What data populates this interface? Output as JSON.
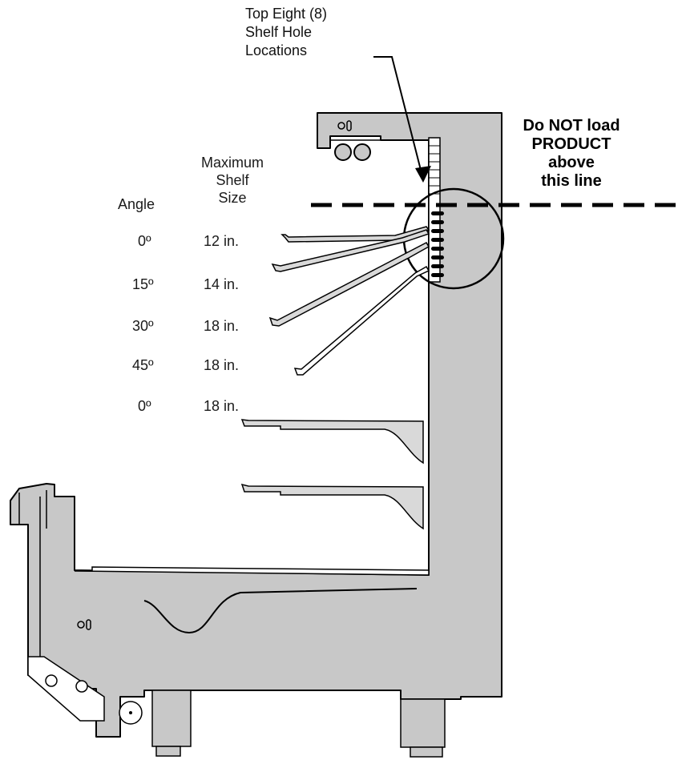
{
  "callout": {
    "line1": "Top Eight (8)",
    "line2": "Shelf Hole",
    "line3": "Locations"
  },
  "warning": {
    "line1": "Do NOT load",
    "line2": "PRODUCT",
    "line3": "above",
    "line4": "this line"
  },
  "table": {
    "angle_header": "Angle",
    "size_header_line1": "Maximum",
    "size_header_line2": "Shelf",
    "size_header_line3": "Size",
    "rows": [
      {
        "angle": "0º",
        "size": "12 in."
      },
      {
        "angle": "15º",
        "size": "14 in."
      },
      {
        "angle": "30º",
        "size": "18 in."
      },
      {
        "angle": "45º",
        "size": "18 in."
      },
      {
        "angle": "0º",
        "size": "18 in."
      }
    ]
  },
  "colors": {
    "case_fill": "#c8c8c8",
    "shelf_fill": "#d9d9d9",
    "outline": "#000000"
  }
}
